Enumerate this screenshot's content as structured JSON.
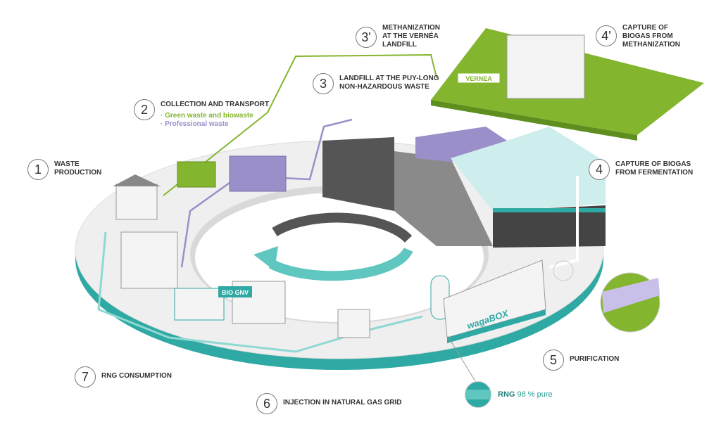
{
  "steps": [
    {
      "number": "1",
      "label_lines": [
        "WASTE",
        "PRODUCTION"
      ]
    },
    {
      "number": "2",
      "label_lines": [
        "COLLECTION AND TRANSPORT"
      ],
      "sub_items": [
        "· Green waste and biowaste",
        "· Professional waste"
      ]
    },
    {
      "number": "3",
      "label_lines": [
        "LANDFILL AT THE PUY-LONG",
        "NON-HAZARDOUS WASTE"
      ]
    },
    {
      "number": "3'",
      "label_lines": [
        "METHANIZATION",
        "AT THE VERNÉA",
        "LANDFILL"
      ]
    },
    {
      "number": "4'",
      "label_lines": [
        "CAPTURE OF",
        "BIOGAS FROM",
        "METHANIZATION"
      ]
    },
    {
      "number": "4",
      "label_lines": [
        "CAPTURE OF BIOGAS",
        "FROM FERMENTATION"
      ]
    },
    {
      "number": "5",
      "label_lines": [
        "PURIFICATION"
      ]
    },
    {
      "number": "6",
      "label_lines": [
        "INJECTION IN NATURAL GAS GRID"
      ]
    },
    {
      "number": "7",
      "label_lines": [
        "RNG CONSUMPTION"
      ]
    }
  ],
  "rng": {
    "bold": "RNG",
    "rest": " 98 % pure"
  },
  "signs": {
    "vernea": "VERNEA",
    "bio_gnv": "BIO GNV",
    "wagabox": "wagaBOX"
  },
  "colors": {
    "teal": "#2fa9a3",
    "green": "#84b52e",
    "purple": "#9a8fc9",
    "platform": "#eeeeee"
  }
}
